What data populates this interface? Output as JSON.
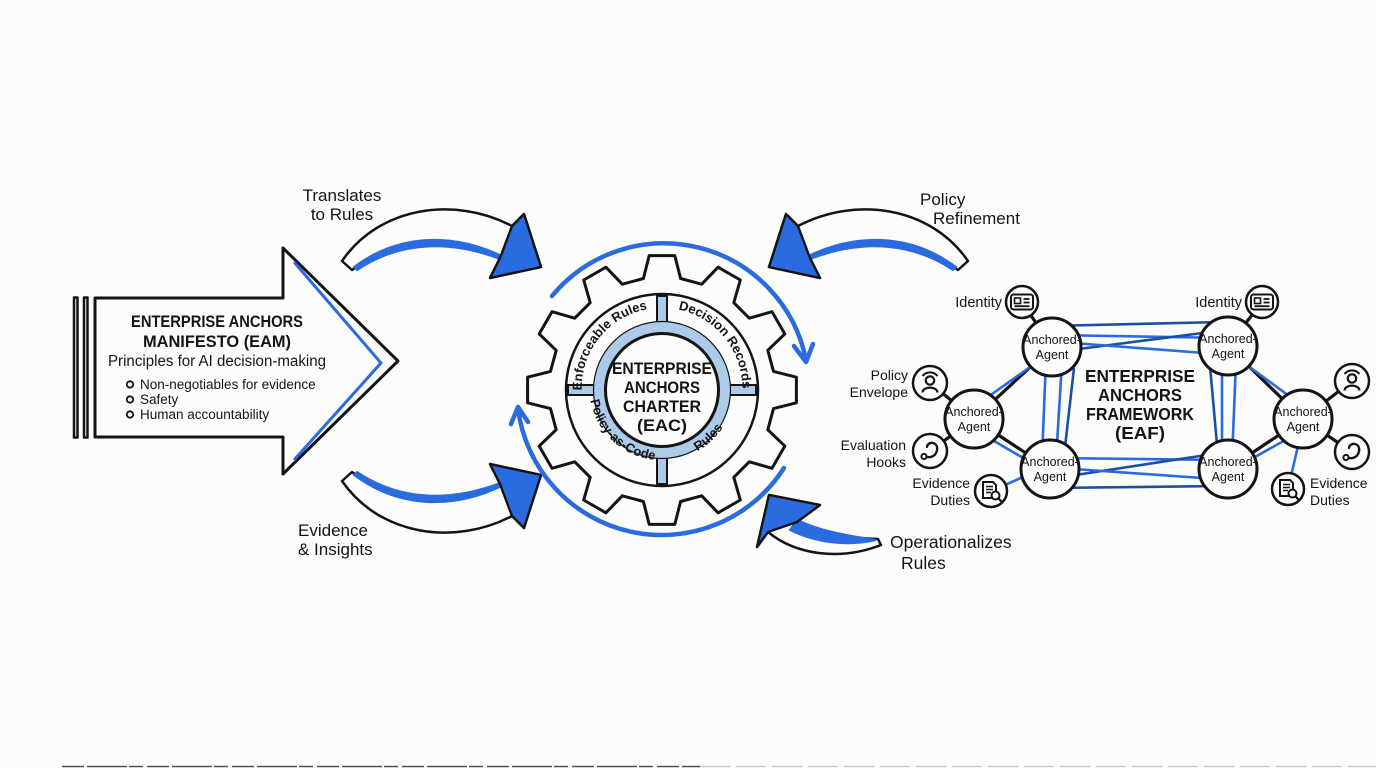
{
  "colors": {
    "blue": "#2b6be0",
    "dark_blue": "#1c4fa0",
    "light_blue": "#abcbe9",
    "ink": "#141414",
    "bg": "#fcfcfa"
  },
  "eam": {
    "title_line1": "ENTERPRISE ANCHORS",
    "title_line2": "MANIFESTO (EAM)",
    "subtitle": "Principles for AI decision-making",
    "bullets": [
      "Non-negotiables for evidence",
      "Safety",
      "Human accountability"
    ]
  },
  "flows": {
    "translates_line1": "Translates",
    "translates_line2": "to Rules",
    "policy_line1": "Policy",
    "policy_line2": "Refinement",
    "evidence_line1": "Evidence",
    "evidence_line2": "& Insights",
    "operationalizes_line1": "Operationalizes",
    "operationalizes_line2": "Rules"
  },
  "eac": {
    "quadrant_top_left": "Enforceable Rules",
    "quadrant_top_right": "Decision Records",
    "quadrant_bottom_left": "Policy-as-Code",
    "quadrant_bottom_right": "Rules",
    "center_line1": "ENTERPRISE",
    "center_line2": "ANCHORS",
    "center_line3": "CHARTER",
    "center_line4": "(EAC)"
  },
  "eaf": {
    "title_line1": "ENTERPRISE",
    "title_line2": "ANCHORS",
    "title_line3": "FRAMEWORK",
    "title_line4": "(EAF)",
    "agent_line1": "Anchored-",
    "agent_line2": "Agent",
    "labels": {
      "identity": "Identity",
      "policy_line1": "Policy",
      "policy_line2": "Envelope",
      "hooks_line1": "Evaluation",
      "hooks_line2": "Hooks",
      "evidence_line1": "Evidence",
      "evidence_line2": "Duties"
    }
  }
}
